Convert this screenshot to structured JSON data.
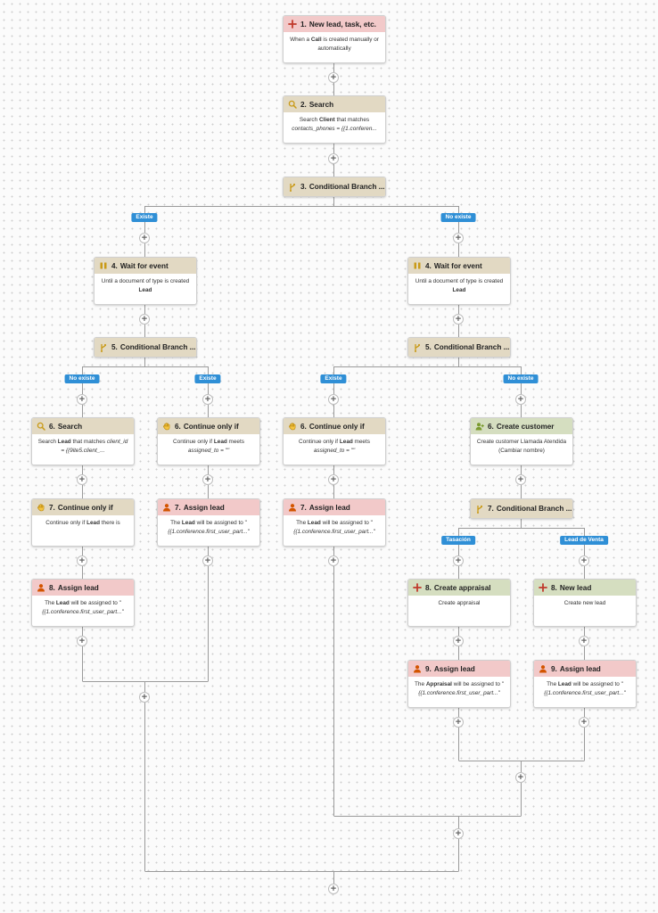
{
  "colors": {
    "trigger": "#f2c9c9",
    "search": "#e2d9c3",
    "wait": "#e2d9c3",
    "branch": "#e2d9c3",
    "continue": "#e2d9c3",
    "assign": "#f2c9c9",
    "create": "#d5dec0",
    "badge": "#2f8fd6",
    "line": "#9a9a9a"
  },
  "nodes": [
    {
      "id": "n1",
      "type": "trigger",
      "icon": "plus-icon",
      "num": "1.",
      "title": "New lead, task, etc.",
      "body": [
        "When a ",
        {
          "b": "Call"
        },
        " is created manually or automatically"
      ]
    },
    {
      "id": "n2",
      "type": "search",
      "icon": "search-icon",
      "num": "2.",
      "title": "Search",
      "body": [
        "Search ",
        {
          "b": "Client"
        },
        " that matches ",
        {
          "i": "contacts_phones = {{1.conferen..."
        }
      ]
    },
    {
      "id": "n3",
      "type": "branch",
      "icon": "branch-icon",
      "num": "3.",
      "title": "Conditional Branch ..."
    },
    {
      "id": "n4a",
      "type": "wait",
      "icon": "pause-icon",
      "num": "4.",
      "title": "Wait for event",
      "body": [
        "Until a document of type is created ",
        {
          "b": "Lead"
        }
      ]
    },
    {
      "id": "n4b",
      "type": "wait",
      "icon": "pause-icon",
      "num": "4.",
      "title": "Wait for event",
      "body": [
        "Until a document of type is created ",
        {
          "b": "Lead"
        }
      ]
    },
    {
      "id": "n5a",
      "type": "branch",
      "icon": "branch-icon",
      "num": "5.",
      "title": "Conditional Branch ..."
    },
    {
      "id": "n5b",
      "type": "branch",
      "icon": "branch-icon",
      "num": "5.",
      "title": "Conditional Branch ..."
    },
    {
      "id": "n6a",
      "type": "search",
      "icon": "search-icon",
      "num": "6.",
      "title": "Search",
      "body": [
        "Search ",
        {
          "b": "Lead"
        },
        " that matches ",
        {
          "i": "client_id = {{9ite5.client_..."
        }
      ]
    },
    {
      "id": "n6b",
      "type": "continue",
      "icon": "hand-icon",
      "num": "6.",
      "title": "Continue only if",
      "body": [
        "Continue only if ",
        {
          "b": "Lead"
        },
        " meets ",
        {
          "i": "assigned_to = \"\""
        }
      ]
    },
    {
      "id": "n6c",
      "type": "continue",
      "icon": "hand-icon",
      "num": "6.",
      "title": "Continue only if",
      "body": [
        "Continue only if ",
        {
          "b": "Lead"
        },
        " meets ",
        {
          "i": "assigned_to = \"\""
        }
      ]
    },
    {
      "id": "n6d",
      "type": "create",
      "icon": "person-add-icon",
      "num": "6.",
      "title": "Create customer",
      "body": [
        "Create customer Llamada Atendida (Cambiar nombre)"
      ]
    },
    {
      "id": "n7a",
      "type": "continue",
      "icon": "hand-icon",
      "num": "7.",
      "title": "Continue only if",
      "body": [
        "Continue only if ",
        {
          "b": "Lead"
        },
        " there is"
      ]
    },
    {
      "id": "n7b",
      "type": "assign",
      "icon": "person-icon",
      "num": "7.",
      "title": "Assign lead",
      "body": [
        "The ",
        {
          "b": "Lead"
        },
        " will be assigned to \" ",
        {
          "i": "{{1.conference.first_user_part...\""
        }
      ]
    },
    {
      "id": "n7c",
      "type": "assign",
      "icon": "person-icon",
      "num": "7.",
      "title": "Assign lead",
      "body": [
        "The ",
        {
          "b": "Lead"
        },
        " will be assigned to \" ",
        {
          "i": "{{1.conference.first_user_part...\""
        }
      ]
    },
    {
      "id": "n7d",
      "type": "branch",
      "icon": "branch-icon",
      "num": "7.",
      "title": "Conditional Branch ..."
    },
    {
      "id": "n8a",
      "type": "assign",
      "icon": "person-icon",
      "num": "8.",
      "title": "Assign lead",
      "body": [
        "The ",
        {
          "b": "Lead"
        },
        " will be assigned to \" ",
        {
          "i": "{{1.conference.first_user_part...\""
        }
      ]
    },
    {
      "id": "n8b",
      "type": "create",
      "icon": "plus-icon",
      "num": "8.",
      "title": "Create appraisal",
      "body": [
        "Create appraisal"
      ]
    },
    {
      "id": "n8c",
      "type": "create",
      "icon": "plus-icon",
      "num": "8.",
      "title": "New lead",
      "body": [
        "Create new lead"
      ]
    },
    {
      "id": "n9a",
      "type": "assign",
      "icon": "person-icon",
      "num": "9.",
      "title": "Assign lead",
      "body": [
        "The ",
        {
          "b": "Appraisal"
        },
        " will be assigned to \" ",
        {
          "i": "{{1.conference.first_user_part...\""
        }
      ]
    },
    {
      "id": "n9b",
      "type": "assign",
      "icon": "person-icon",
      "num": "9.",
      "title": "Assign lead",
      "body": [
        "The ",
        {
          "b": "Lead"
        },
        " will be assigned to \" ",
        {
          "i": "{{1.conference.first_user_part...\""
        }
      ]
    }
  ],
  "badges": [
    {
      "id": "b1",
      "label": "Existe"
    },
    {
      "id": "b2",
      "label": "No existe"
    },
    {
      "id": "b3",
      "label": "No existe"
    },
    {
      "id": "b4",
      "label": "Existe"
    },
    {
      "id": "b5",
      "label": "Existe"
    },
    {
      "id": "b6",
      "label": "No existe"
    },
    {
      "id": "b7",
      "label": "Tasación"
    },
    {
      "id": "b8",
      "label": "Lead de Venta"
    }
  ],
  "add_step_symbol": "+"
}
